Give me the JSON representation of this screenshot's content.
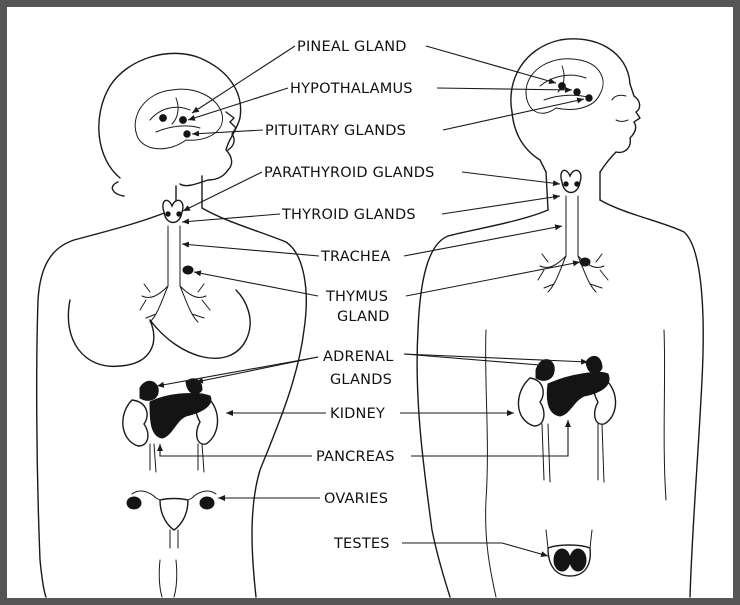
{
  "labels": {
    "pineal": "PINEAL GLAND",
    "hypothalamus": "HYPOTHALAMUS",
    "pituitary": "PITUITARY GLANDS",
    "parathyroid": "PARATHYROID GLANDS",
    "thyroid": "THYROID GLANDS",
    "trachea": "TRACHEA",
    "thymus_1": "THYMUS",
    "thymus_2": "GLAND",
    "adrenal_1": "ADRENAL",
    "adrenal_2": "GLANDS",
    "kidney": "KIDNEY",
    "pancreas": "PANCREAS",
    "ovaries": "OVARIES",
    "testes": "TESTES"
  },
  "colors": {
    "frame": "#555555",
    "ink": "#1a1a1a",
    "organ_fill": "#141414"
  }
}
